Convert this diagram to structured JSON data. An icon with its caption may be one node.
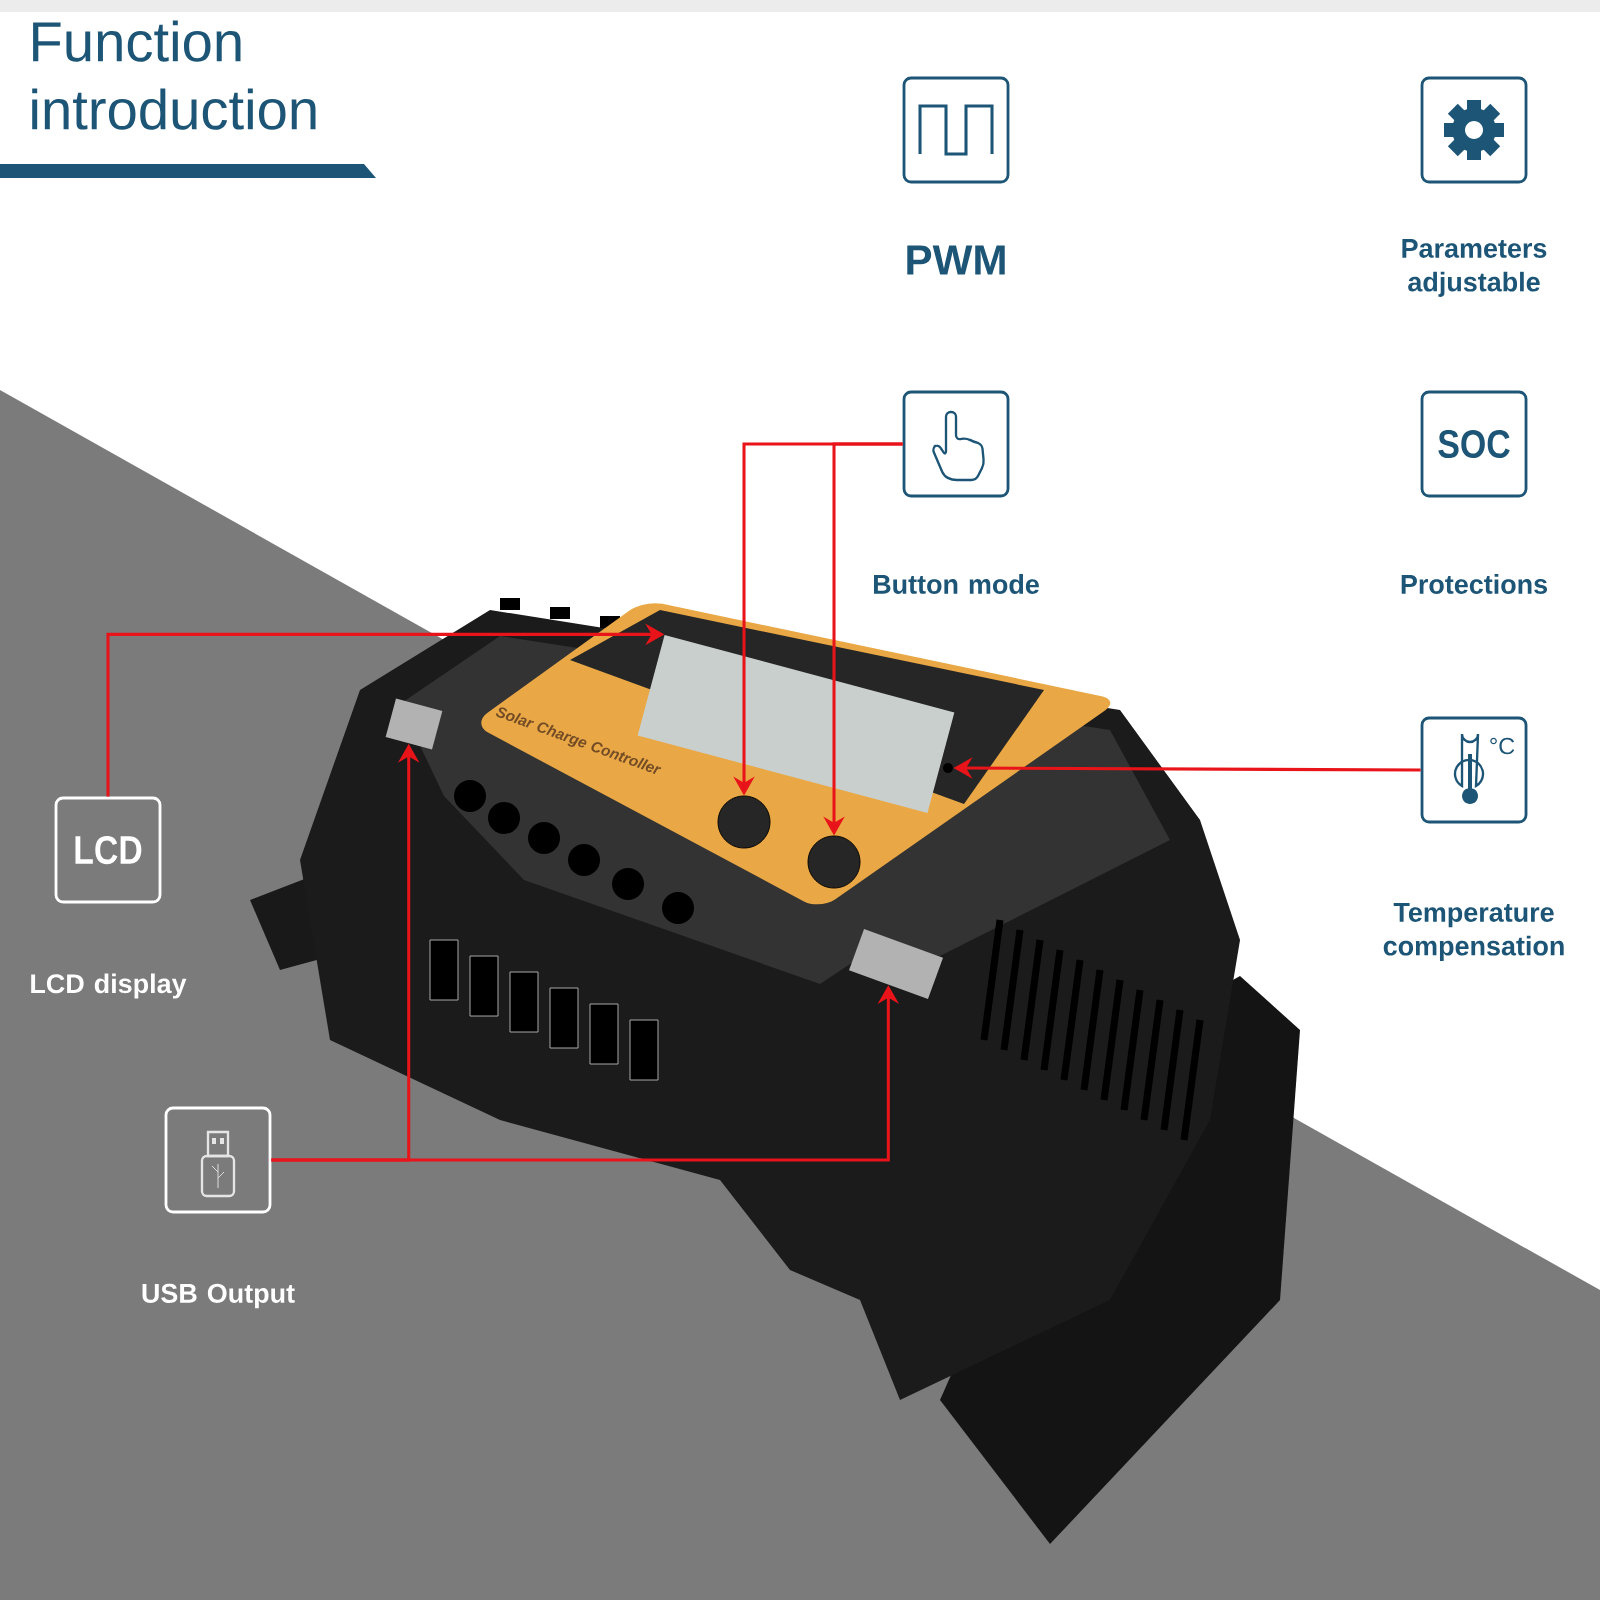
{
  "diagram": {
    "title": "Function introduction",
    "nodes": [
      {
        "text": [
          "PWM"
        ]
      },
      {
        "text": [
          "Parameters adjustable"
        ]
      },
      {
        "text": [
          "Button mode"
        ]
      },
      {
        "text": [
          "SOC",
          "Protections"
        ]
      },
      {
        "text": [
          "LCD",
          "LCD display"
        ]
      },
      {
        "text": [
          "°C",
          "Temperature compensation"
        ]
      },
      {
        "text": [
          "USB Output"
        ]
      },
      {
        "text": [],
        "shape": "box"
      },
      {
        "text": [],
        "shape": "circle"
      },
      {
        "text": [],
        "shape": "circle"
      },
      {
        "text": [],
        "shape": "circle"
      },
      {
        "text": [],
        "shape": "box"
      },
      {
        "text": [],
        "shape": "box"
      }
    ],
    "edges": [
      {
        "from": 4,
        "to": 7,
        "arrow": "to"
      },
      {
        "from": 2,
        "to": 8,
        "arrow": "to"
      },
      {
        "from": 2,
        "to": 9,
        "arrow": "to"
      },
      {
        "from": 5,
        "to": 10,
        "arrow": "to"
      },
      {
        "from": 6,
        "to": 11,
        "arrow": "to"
      },
      {
        "from": 6,
        "to": 12,
        "arrow": "to"
      }
    ],
    "labels": [
      "Solar Charge Controller"
    ]
  }
}
